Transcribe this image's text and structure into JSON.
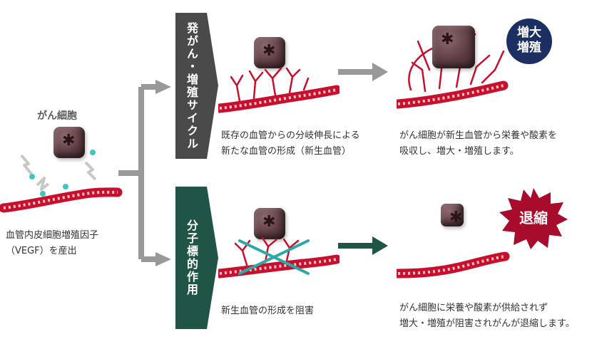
{
  "left": {
    "cancer_cell_label": "がん細胞",
    "vegf_line1": "血管内皮細胞増殖因子",
    "vegf_line2": "（VEGF）を産出"
  },
  "banners": {
    "top": "発がん・増殖サイクル",
    "bottom": "分子標的作用"
  },
  "top_row": {
    "left_caption_line1": "既存の血管からの分岐伸長による",
    "left_caption_line2": "新たな血管の形成（新生血管）",
    "right_caption_line1": "がん細胞が新生血管から栄養や酸素を",
    "right_caption_line2": "吸収し、増大・増殖します。",
    "badge_line1": "増大",
    "badge_line2": "増殖"
  },
  "bottom_row": {
    "left_caption": "新生血管の形成を阻害",
    "right_caption_line1": "がん細胞に栄養や酸素が供給されず",
    "right_caption_line2": "増大・増殖が阻害されがんが退縮します。",
    "badge": "退縮"
  },
  "colors": {
    "top_banner": "#4a4a4a",
    "bottom_banner": "#1f5446",
    "arrow_gray": "#999999",
    "arrow_green": "#1f5446",
    "badge_navy": "#1b2f63",
    "badge_red": "#a80c2c",
    "vessel_red": "#c8102e",
    "cross_teal": "#2aa9a6"
  },
  "icons": [
    "cancer-cell-icon",
    "blood-vessel-icon",
    "lightning-icon",
    "vegf-dot-icon",
    "cross-mark-icon",
    "branch-arrow-icon"
  ]
}
